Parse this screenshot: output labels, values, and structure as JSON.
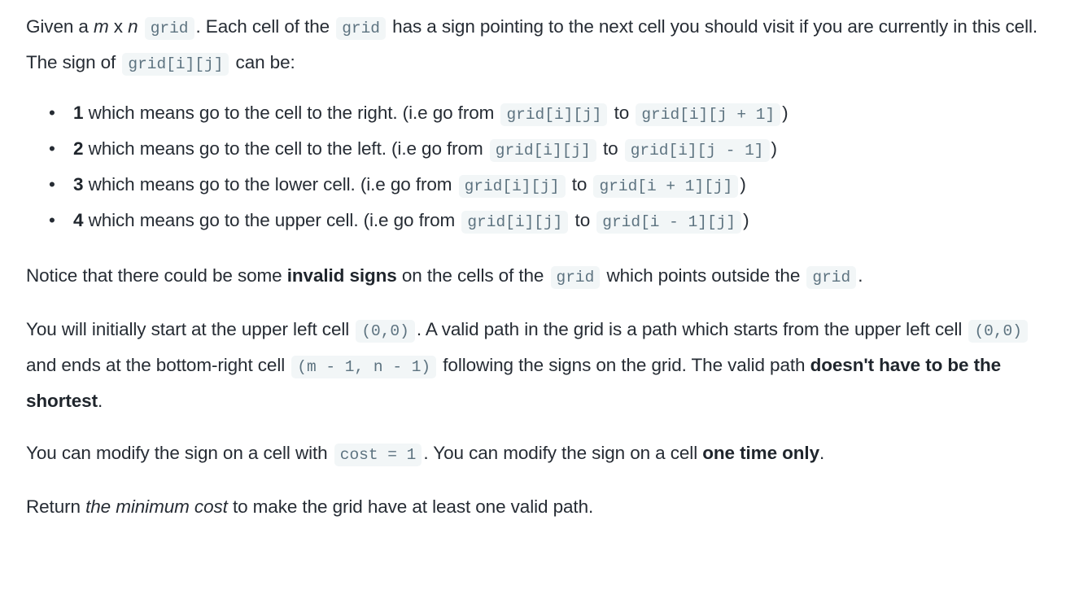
{
  "problem": {
    "intro": {
      "seg1": "Given a ",
      "var_m": "m",
      "x": " x ",
      "var_n": "n",
      "code_grid_1": "grid",
      "seg2": ". Each cell of the ",
      "code_grid_2": "grid",
      "seg3": " has a sign pointing to the next cell you should visit if you are currently in this cell. The sign of ",
      "code_grid_ij": "grid[i][j]",
      "seg4": " can be:"
    },
    "signs": [
      {
        "number": "1",
        "text_before": " which means go to the cell to the right. (i.e go from ",
        "code_from": "grid[i][j]",
        "text_mid": " to ",
        "code_to": "grid[i][j + 1]",
        "text_after": ")"
      },
      {
        "number": "2",
        "text_before": " which means go to the cell to the left. (i.e go from ",
        "code_from": "grid[i][j]",
        "text_mid": " to ",
        "code_to": "grid[i][j - 1]",
        "text_after": ")"
      },
      {
        "number": "3",
        "text_before": " which means go to the lower cell. (i.e go from ",
        "code_from": "grid[i][j]",
        "text_mid": " to ",
        "code_to": "grid[i + 1][j]",
        "text_after": ")"
      },
      {
        "number": "4",
        "text_before": " which means go to the upper cell. (i.e go from ",
        "code_from": "grid[i][j]",
        "text_mid": " to ",
        "code_to": "grid[i - 1][j]",
        "text_after": ")"
      }
    ],
    "notice": {
      "seg1": "Notice that there could be some ",
      "bold": "invalid signs",
      "seg2": " on the cells of the ",
      "code_grid_1": "grid",
      "seg3": " which points outside the ",
      "code_grid_2": "grid",
      "seg4": "."
    },
    "start": {
      "seg1": "You will initially start at the upper left cell ",
      "code_origin_1": "(0,0)",
      "seg2": ". A valid path in the grid is a path which starts from the upper left cell ",
      "code_origin_2": "(0,0)",
      "seg3": " and ends at the bottom-right cell ",
      "code_end": "(m - 1, n - 1)",
      "seg4": " following the signs on the grid. The valid path ",
      "bold": "doesn't have to be the shortest",
      "seg5": "."
    },
    "modify": {
      "seg1": "You can modify the sign on a cell with ",
      "code_cost": "cost = 1",
      "seg2": ". You can modify the sign on a cell ",
      "bold": "one time only",
      "seg3": "."
    },
    "ret": {
      "seg1": "Return ",
      "italic": "the minimum cost",
      "seg2": " to make the grid have at least one valid path."
    }
  },
  "colors": {
    "text": "#262c34",
    "code_text": "#5d7380",
    "code_bg": "#f2f6f7",
    "page_bg": "#ffffff"
  }
}
